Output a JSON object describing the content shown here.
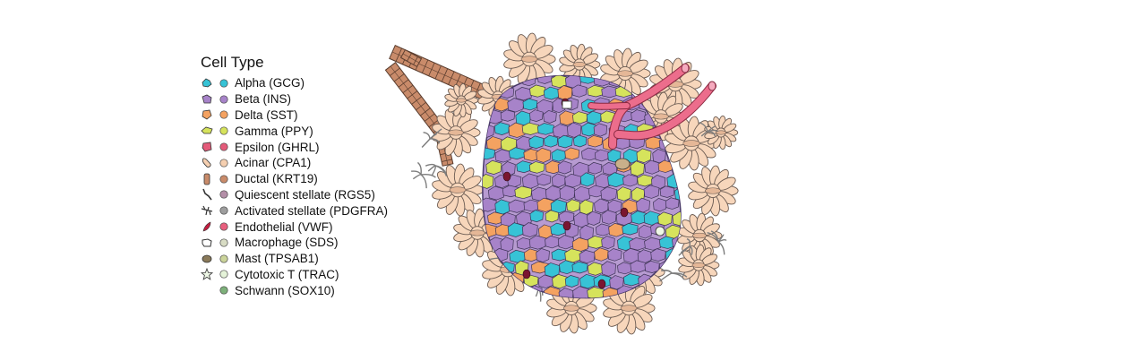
{
  "legend": {
    "title": "Cell Type",
    "items": [
      {
        "label": "Alpha (GCG)",
        "color": "#37c3d6",
        "icon": "alpha-cell-icon"
      },
      {
        "label": "Beta (INS)",
        "color": "#a783c9",
        "icon": "beta-cell-icon"
      },
      {
        "label": "Delta (SST)",
        "color": "#f4a261",
        "icon": "delta-cell-icon"
      },
      {
        "label": "Gamma (PPY)",
        "color": "#d6e35c",
        "icon": "gamma-cell-icon"
      },
      {
        "label": "Epsilon (GHRL)",
        "color": "#e45b7a",
        "icon": "epsilon-cell-icon"
      },
      {
        "label": "Acinar (CPA1)",
        "color": "#f5cfb0",
        "icon": "acinar-cell-icon"
      },
      {
        "label": "Ductal (KRT19)",
        "color": "#c98b6a",
        "icon": "ductal-cell-icon"
      },
      {
        "label": "Quiescent stellate (RGS5)",
        "color": "#b48fa8",
        "icon": "quiescent-stellate-icon"
      },
      {
        "label": "Activated stellate (PDGFRA)",
        "color": "#9e9e9e",
        "icon": "activated-stellate-icon"
      },
      {
        "label": "Endothelial (VWF)",
        "color": "#e8607e",
        "icon": "endothelial-cell-icon"
      },
      {
        "label": "Macrophage (SDS)",
        "color": "#d8dcc4",
        "icon": "macrophage-icon"
      },
      {
        "label": "Mast (TPSAB1)",
        "color": "#cbd49a",
        "icon": "mast-cell-icon"
      },
      {
        "label": "Cytotoxic T (TRAC)",
        "color": "#e5f3d9",
        "icon": "cytotoxic-t-icon"
      },
      {
        "label": "Schwann (SOX10)",
        "color": "#7db07a",
        "icon": ""
      }
    ]
  },
  "colors": {
    "acinar": "#f7d6bb",
    "acinar_stroke": "#6b5b52",
    "duct": "#c98b6a",
    "vessel": "#ec6d8c",
    "islet_palette": [
      "#37c3d6",
      "#a783c9",
      "#a783c9",
      "#a783c9",
      "#f4a261",
      "#d6e35c",
      "#37c3d6",
      "#a783c9"
    ]
  }
}
